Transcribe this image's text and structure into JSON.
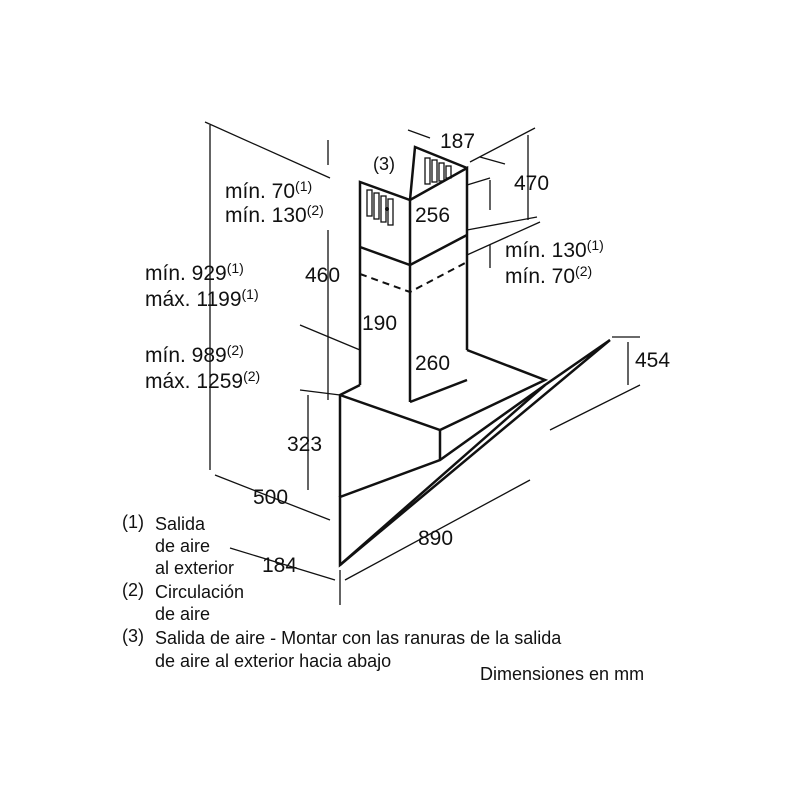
{
  "dimensions": {
    "d187": "187",
    "d470": "470",
    "d256": "256",
    "d460": "460",
    "d190": "190",
    "d260": "260",
    "d454": "454",
    "d323": "323",
    "d500": "500",
    "d890": "890",
    "d184": "184"
  },
  "labels": {
    "min70_1": "mín. 70",
    "min70_1_sup": "(1)",
    "min130_2": "mín. 130",
    "min130_2_sup": "(2)",
    "min130_1": "mín. 130",
    "min130_1_sup": "(1)",
    "min70_2": "mín. 70",
    "min70_2_sup": "(2)",
    "min929": "mín. 929",
    "min929_sup": "(1)",
    "max1199": "máx. 1199",
    "max1199_sup": "(1)",
    "min989": "mín. 989",
    "min989_sup": "(2)",
    "max1259": "máx. 1259",
    "max1259_sup": "(2)",
    "ref3": "(3)"
  },
  "legend": [
    {
      "num": "(1)",
      "lines": [
        "Salida",
        "de aire",
        "al exterior"
      ]
    },
    {
      "num": "(2)",
      "lines": [
        "Circulación",
        "de aire"
      ]
    },
    {
      "num": "(3)",
      "lines": [
        "Salida de aire - Montar con las ranuras de la salida",
        "de aire al exterior hacia abajo"
      ]
    }
  ],
  "units_note": "Dimensiones en mm"
}
